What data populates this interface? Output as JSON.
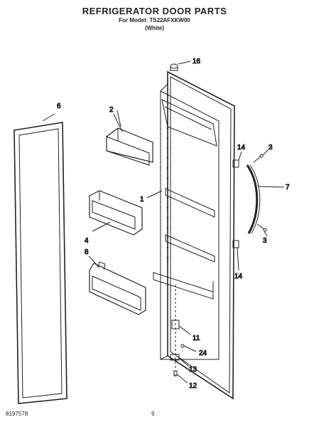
{
  "header": {
    "title": "REFRIGERATOR DOOR PARTS",
    "model_line": "For Model: TS22AFXKW00",
    "color_line": "(White)"
  },
  "footer": {
    "doc_number": "8197578",
    "page_number": "9"
  },
  "callouts": {
    "c1": "1",
    "c2": "2",
    "c3a": "3",
    "c3b": "3",
    "c4": "4",
    "c6": "6",
    "c7": "7",
    "c8": "8",
    "c11": "11",
    "c12": "12",
    "c13": "13",
    "c14a": "14",
    "c14b": "14",
    "c16": "16",
    "c24": "24"
  }
}
